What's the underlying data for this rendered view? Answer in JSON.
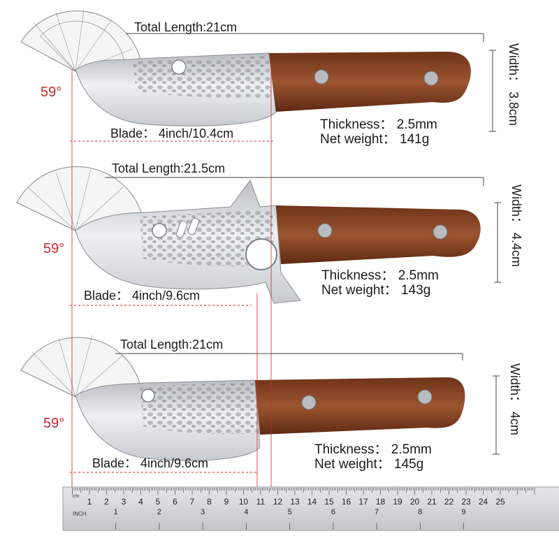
{
  "knives": [
    {
      "total_length": "Total Length:21cm",
      "blade": "Blade： 4inch/10.4cm",
      "width": "Width： 3.8cm",
      "thickness": "Thickness： 2.5mm",
      "net_weight": "Net weight： 141g",
      "angle": "59°"
    },
    {
      "total_length": "Total Length:21.5cm",
      "blade": "Blade： 4inch/9.6cm",
      "width": "Width： 4.4cm",
      "thickness": "Thickness： 2.5mm",
      "net_weight": "Net weight： 143g",
      "angle": "59°"
    },
    {
      "total_length": "Total Length:21cm",
      "blade": "Blade： 4inch/9.6cm",
      "width": "Width： 4cm",
      "thickness": "Thickness： 2.5mm",
      "net_weight": "Net weight： 145g",
      "angle": "59°"
    }
  ],
  "ruler": {
    "cm_labels": [
      "1",
      "2",
      "3",
      "4",
      "5",
      "6",
      "7",
      "8",
      "9",
      "10",
      "11",
      "12",
      "13",
      "14",
      "15",
      "16",
      "17",
      "18",
      "19",
      "20",
      "21",
      "22",
      "23",
      "24",
      "25"
    ],
    "inch_labels": [
      "1",
      "2",
      "3",
      "4",
      "5",
      "6",
      "7",
      "8",
      "9"
    ],
    "unit_cm": "cm",
    "unit_inch": "INCH"
  },
  "colors": {
    "guide_red": "#c8282d",
    "wood": "#8a4526",
    "steel": "#d9dcdf",
    "ruler": "#d4d6d8"
  }
}
